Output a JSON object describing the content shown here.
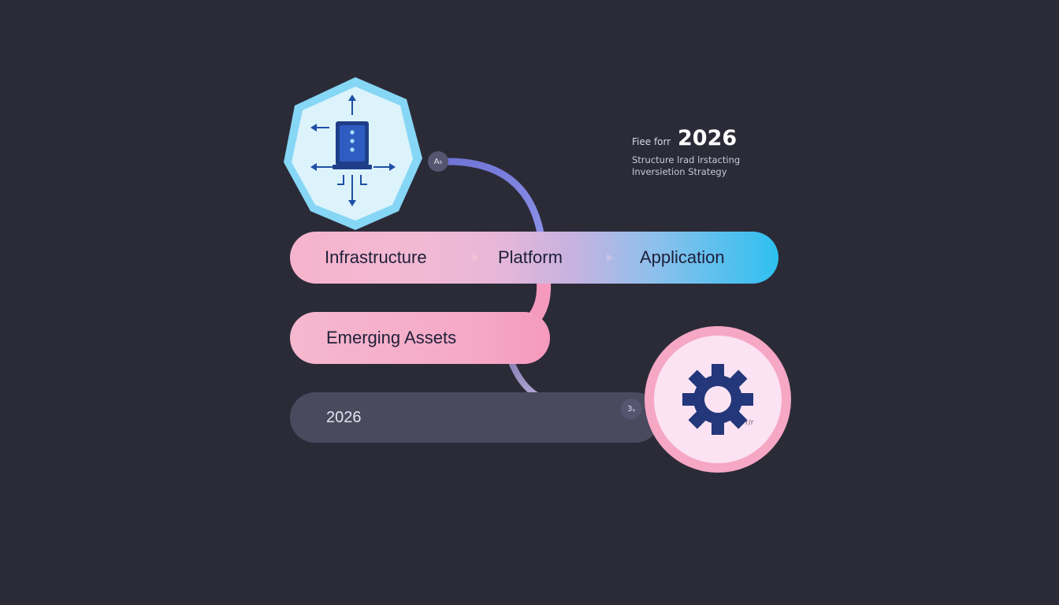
{
  "caption": {
    "prefix": "Fiee forr",
    "year": "2026",
    "line2": "Structure lrad lrstacting",
    "line3": "Inversietion Strategy"
  },
  "bands": {
    "main": {
      "infrastructure": "Infrastructure",
      "platform": "Platform",
      "application": "Application"
    },
    "emerging": "Emerging Assets",
    "year": "2026"
  },
  "badges": {
    "top": "A₅",
    "bottom": "3ᵧ"
  },
  "tiny_mark": "r/r",
  "icons": {
    "server": "server-arrows-icon",
    "gear": "gear-icon",
    "arrow": "arrow-right-icon"
  },
  "colors": {
    "background": "#2b2b38",
    "hexagon_outer": "#7fd3f5",
    "hexagon_inner": "#dff4fb",
    "connector_blue": "#7f86d8",
    "pink": "#f6a7c4",
    "cyan": "#2ec0f0",
    "navy": "#1f3a7a"
  }
}
